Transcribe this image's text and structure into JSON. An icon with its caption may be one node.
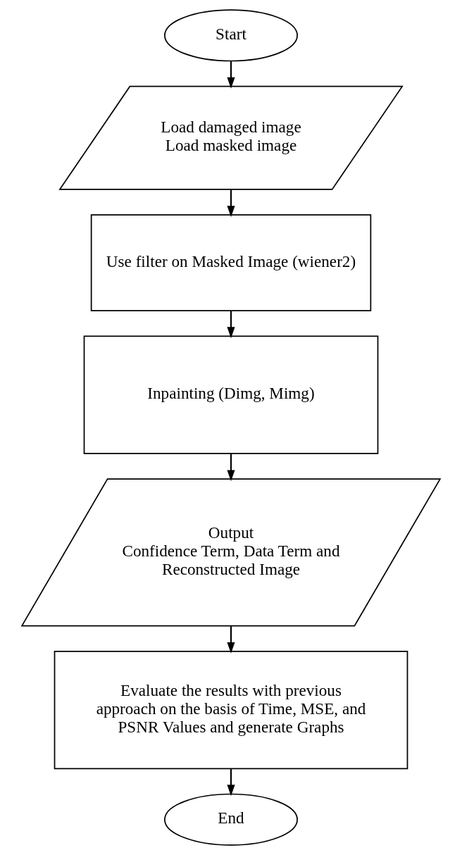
{
  "diagram": {
    "nodes": [
      {
        "text": [
          "Start"
        ]
      },
      {
        "text": [
          "Load damaged image",
          "Load masked image"
        ]
      },
      {
        "text": [
          "Use filter on Masked Image (wiener2)"
        ]
      },
      {
        "text": [
          "Inpainting (Dimg, Mimg)"
        ]
      },
      {
        "text": [
          "Output",
          "Confidence Term, Data Term and Reconstructed Image"
        ]
      },
      {
        "text": [
          "Evaluate the results with previous approach on the basis of Time, MSE, and PSNR Values and generate Graphs"
        ]
      },
      {
        "text": [
          "End"
        ]
      }
    ],
    "edges": [
      {
        "from": 0,
        "to": 1,
        "arrow": "to"
      },
      {
        "from": 1,
        "to": 2,
        "arrow": "to"
      },
      {
        "from": 2,
        "to": 3,
        "arrow": "to"
      },
      {
        "from": 3,
        "to": 4,
        "arrow": "to"
      },
      {
        "from": 4,
        "to": 5,
        "arrow": "to"
      },
      {
        "from": 5,
        "to": 6,
        "arrow": "to"
      }
    ]
  }
}
